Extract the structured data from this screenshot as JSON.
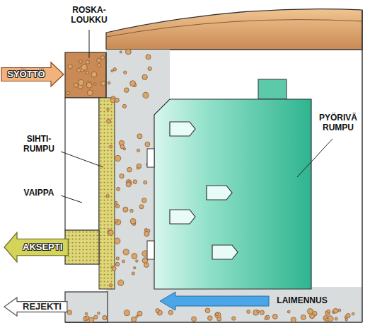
{
  "diagram": {
    "nodes": [
      {
        "text": [
          "SYÖTTÖ"
        ]
      },
      {
        "text": [
          "AKSEPTI"
        ]
      },
      {
        "text": [
          "REJEKTI"
        ]
      }
    ],
    "labels": [
      "ROSKA- LOUKKU",
      "SIHTI- RUMPU",
      "VAIPPA",
      "PYÖRIVÄ RUMPU",
      "LAIMENNUS"
    ]
  }
}
